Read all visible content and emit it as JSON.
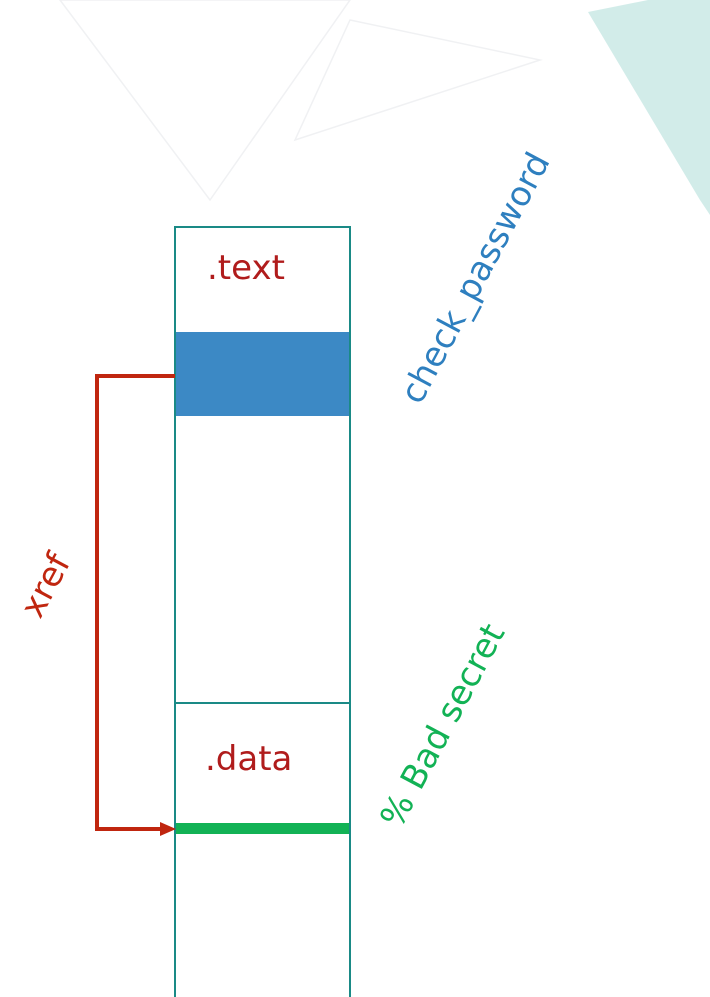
{
  "segments": {
    "text": ".text",
    "data": ".data"
  },
  "labels": {
    "function": "check_password",
    "xref": "xref",
    "string": "% Bad secret"
  },
  "colors": {
    "border": "#1a8a86",
    "segment_label": "#b01c1c",
    "function_block": "#3c89c5",
    "function_label": "#2e7fbf",
    "xref_arrow": "#c0260f",
    "xref_label": "#c0260f",
    "string_bar": "#12b255",
    "string_label": "#12b255",
    "decor_triangle": "#cdeae7"
  }
}
